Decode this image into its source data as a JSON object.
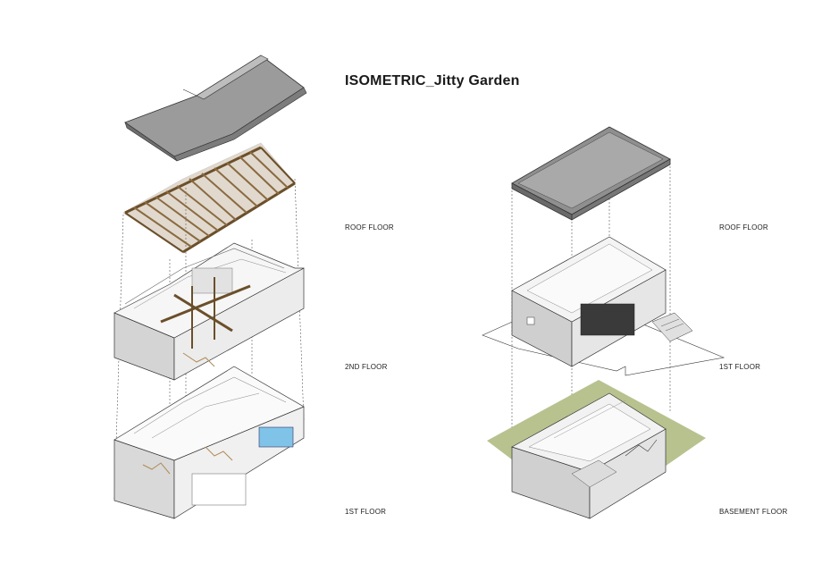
{
  "title": "ISOMETRIC_Jitty Garden",
  "left_labels": [
    "ROOF FLOOR",
    "2ND FLOOR",
    "1ST FLOOR"
  ],
  "right_labels": [
    "ROOF FLOOR",
    "1ST FLOOR",
    "BASEMENT FLOOR"
  ],
  "colors": {
    "roof_gray": "#8f8f8f",
    "timber": "#8a6a40",
    "wall_gray": "#cfcfcf",
    "grass": "#b7c28f",
    "pool": "#7fc4e8"
  }
}
